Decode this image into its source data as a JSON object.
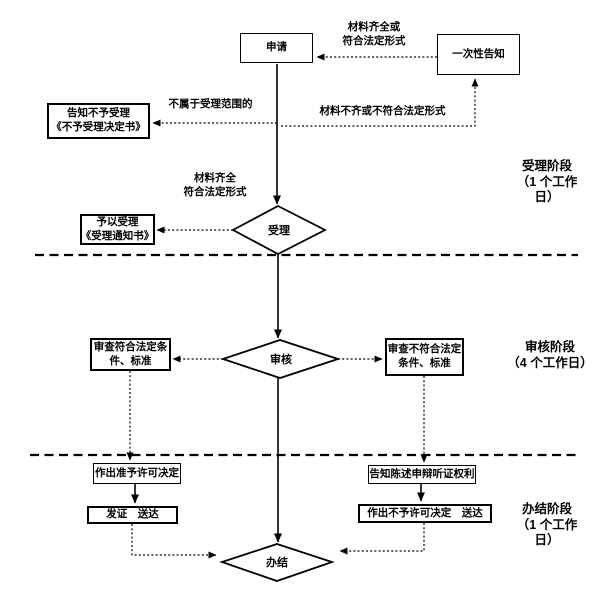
{
  "flowchart": {
    "boxes": {
      "apply": "申请",
      "notify_once": "一次性告知",
      "reject_line1": "告知不予受理",
      "reject_line2": "《不予受理决定书》",
      "accept_line1": "予以受理",
      "accept_line2": "《受理通知书》",
      "review_pass_line1": "审查符合法定条",
      "review_pass_line2": "件、标准",
      "review_fail_line1": "审查不符合法定",
      "review_fail_line2": "条件、标准",
      "grant_decision": "作出准予许可决定",
      "issue_deliver": "发证　送达",
      "notify_rights": "告知陈述申辩听证权利",
      "deny_decision": "作出不予许可决定　送达"
    },
    "diamonds": {
      "accept": "受理",
      "review": "审核",
      "finish": "办结"
    },
    "edge_labels": {
      "complete_top_line1": "材料齐全或",
      "complete_top_line2": "符合法定形式",
      "out_of_scope": "不属于受理范围的",
      "incomplete": "材料不齐或不符合法定形式",
      "complete_mid_line1": "材料齐全",
      "complete_mid_line2": "符合法定形式"
    },
    "stage_labels": {
      "stage1_line1": "受理阶段",
      "stage1_line2": "（1 个工作",
      "stage1_line3": "日）",
      "stage2_line1": "审核阶段",
      "stage2_line2": "（4 个工作日）",
      "stage3_line1": "办结阶段",
      "stage3_line2": "（1 个工作",
      "stage3_line3": "日）"
    },
    "colors": {
      "line": "#000000",
      "background": "#ffffff"
    }
  }
}
